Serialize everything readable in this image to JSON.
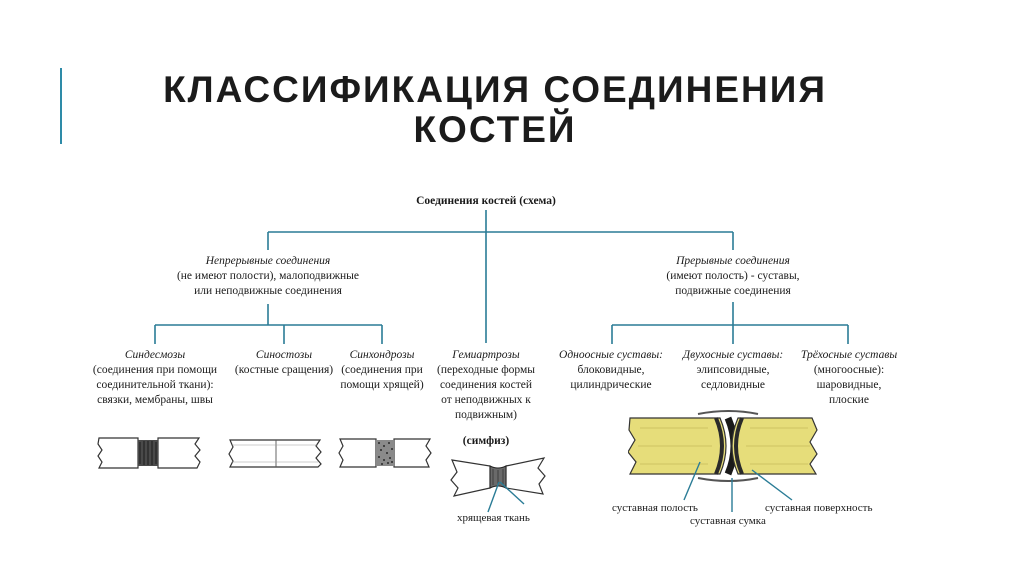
{
  "title": {
    "line1": "КЛАССИФИКАЦИЯ СОЕДИНЕНИЯ",
    "line2": "КОСТЕЙ"
  },
  "colors": {
    "accent": "#2e8ba8",
    "tree_lines": "#2a7c96",
    "bone_fill": "#e6dd7a",
    "cartilage": "#3a3a3a"
  },
  "diagram": {
    "root": "Соединения костей (схема)",
    "continuous": {
      "name": "Непрерывные соединения",
      "desc1": "(не имеют полости), малоподвижные",
      "desc2": "или неподвижные соединения"
    },
    "discontinuous": {
      "name": "Прерывные соединения",
      "desc1": "(имеют полость) - суставы,",
      "desc2": "подвижные соединения"
    },
    "syndesmoses": {
      "name": "Синдесмозы",
      "desc1": "(соединения при помощи",
      "desc2": "соединительной ткани):",
      "desc3": "связки, мембраны, швы"
    },
    "synostoses": {
      "name": "Синостозы",
      "desc1": "(костные сращения)"
    },
    "synchondroses": {
      "name": "Синхондрозы",
      "desc1": "(соединения при",
      "desc2": "помощи хрящей)"
    },
    "hemiarthroses": {
      "name": "Гемиартрозы",
      "desc1": "(переходные формы",
      "desc2": "соединения костей",
      "desc3": "от неподвижных к",
      "desc4": "подвижным)",
      "note": "(симфиз)",
      "caption": "хрящевая ткань"
    },
    "uniaxial": {
      "name": "Одноосные суставы:",
      "desc1": "блоковидные,",
      "desc2": "цилиндрические"
    },
    "biaxial": {
      "name": "Двухосные суставы:",
      "desc1": "элипсовидные,",
      "desc2": "седловидные"
    },
    "triaxial": {
      "name": "Трёхосные суставы",
      "desc1": "(многоосные):",
      "desc2": "шаровидные,",
      "desc3": "плоские"
    },
    "joint_labels": {
      "cavity": "суставная полость",
      "capsule": "суставная сумка",
      "surface": "суставная поверхность"
    }
  }
}
